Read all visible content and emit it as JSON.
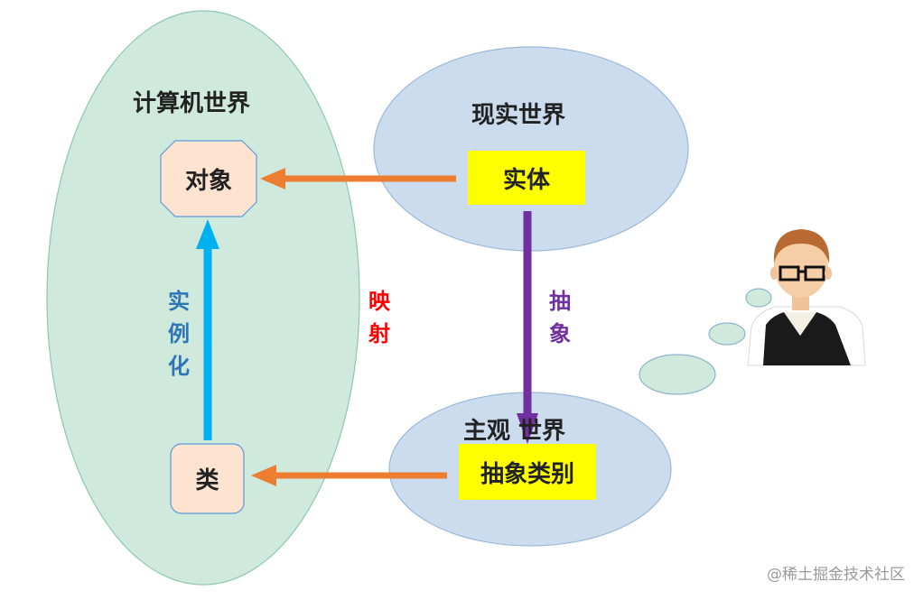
{
  "worlds": {
    "computer": "计算机世界",
    "real": "现实世界",
    "subjective": "主观 世界"
  },
  "nodes": {
    "object": "对象",
    "class": "类",
    "entity": "实体",
    "abstract_category": "抽象类别"
  },
  "edges": {
    "instantiate": "实例化",
    "mapping": "映射",
    "abstract": "抽象"
  },
  "colors": {
    "computer_world": "#cfe9dc",
    "real_world": "#cadcee",
    "node_fill": "#fde3d0",
    "highlight": "#ffff00",
    "orange_arrow": "#ed7d31",
    "blue_arrow": "#00b0f0",
    "purple_arrow": "#7030a0",
    "mapping_text": "#ff0000",
    "instantiate_text": "#2e75b6",
    "abstract_text": "#7030a0"
  },
  "person_icon": "thinking-person-icon",
  "watermark": "@稀土掘金技术社区"
}
